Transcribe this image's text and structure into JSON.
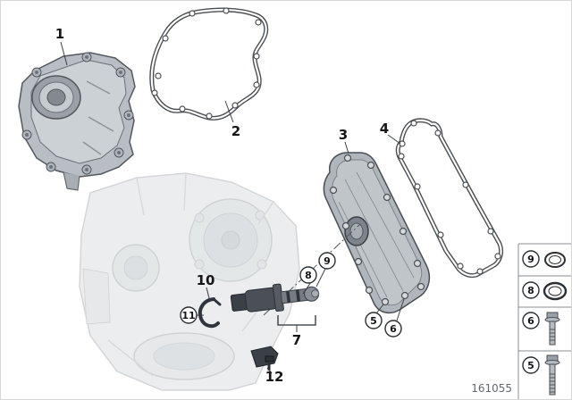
{
  "diagram": {
    "doc_number": "161055",
    "callouts": {
      "c1": "1",
      "c2": "2",
      "c3": "3",
      "c4": "4",
      "c5": "5",
      "c6": "6",
      "c7": "7",
      "c8": "8",
      "c9": "9",
      "c10": "10",
      "c11": "11",
      "c12": "12"
    },
    "legend": {
      "rows": [
        {
          "label": "9",
          "icon": "o-ring-icon"
        },
        {
          "label": "8",
          "icon": "o-ring-icon"
        },
        {
          "label": "6",
          "icon": "bolt-icon"
        },
        {
          "label": "5",
          "icon": "bolt-icon"
        }
      ]
    },
    "colors": {
      "part_fill": "#b9bec4",
      "part_stroke": "#4a4f54",
      "faded_block": "#e9ebed",
      "background": "#ffffff"
    }
  }
}
